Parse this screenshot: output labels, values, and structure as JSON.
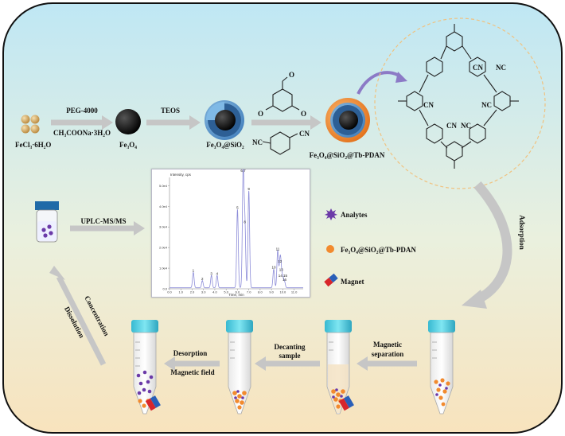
{
  "labels": {
    "fecl3": "FeCl₃·6H₂O",
    "peg": "PEG-4000",
    "acetate": "CH₃COONa·3H₂O",
    "fe3o4": "Fe₃O₄",
    "teos": "TEOS",
    "fe3o4_sio2": "Fe₃O₄@SiO₂",
    "product": "Fe₃O₄@SiO₂@Tb-PDAN",
    "uplc": "UPLC-MS/MS",
    "adsorption": "Adsorption",
    "concentration": "Concentration",
    "dissolution": "Dissolution",
    "desorption": "Desorption",
    "magnetic_field": "Magnetic field",
    "decanting_1": "Decanting",
    "decanting_2": "sample",
    "mag_sep_1": "Magnetic",
    "mag_sep_2": "separation",
    "cn": "CN",
    "nc": "NC",
    "o": "O"
  },
  "legend": {
    "analytes": "Analytes",
    "adsorbent": "Fe₃O₄@SiO₂@Tb-PDAN",
    "magnet": "Magnet"
  },
  "colors": {
    "bg_top": "#bfe7f4",
    "bg_bottom": "#f8e3bd",
    "arrow": "#c6c6c6",
    "analyte": "#6b3aa8",
    "adsorbent": "#f28a2e",
    "magnet_red": "#d8262b",
    "magnet_blue": "#2a5fb8",
    "cap": "#55cfe0",
    "chrom_line": "#8c8cd8"
  },
  "chart_data": {
    "type": "line",
    "title": "Intensity, cps",
    "xlabel": "Time, min",
    "ylabel": "",
    "x_ticks": [
      "0.0",
      "1.0",
      "2.0",
      "3.0",
      "4.0",
      "5.0",
      "6.0",
      "7.0",
      "8.0",
      "9.0",
      "10.0",
      "11.0"
    ],
    "y_ticks": [
      "0.0",
      "1.0e4",
      "2.0e4",
      "3.0e4",
      "4.0e4",
      "5.0e4"
    ],
    "xlim": [
      0,
      11.8
    ],
    "ylim": [
      0,
      5.4
    ],
    "series": [
      {
        "peaks": [
          {
            "label": "1",
            "x": 2.1,
            "y": 0.75
          },
          {
            "label": "2",
            "x": 2.9,
            "y": 0.35
          },
          {
            "label": "3",
            "x": 3.7,
            "y": 0.6
          },
          {
            "label": "4",
            "x": 4.2,
            "y": 0.6
          },
          {
            "label": "5",
            "x": 6.0,
            "y": 3.8
          },
          {
            "label": "6,7",
            "x": 6.5,
            "y": 5.6
          },
          {
            "label": "8",
            "x": 6.65,
            "y": 3.1
          },
          {
            "label": "9",
            "x": 7.0,
            "y": 4.7
          },
          {
            "label": "10",
            "x": 9.2,
            "y": 0.9
          },
          {
            "label": "11",
            "x": 9.55,
            "y": 1.8
          },
          {
            "label": "12",
            "x": 9.75,
            "y": 1.2
          },
          {
            "label": "13",
            "x": 9.85,
            "y": 0.8
          },
          {
            "label": "14,15",
            "x": 10.0,
            "y": 0.5
          },
          {
            "label": "16",
            "x": 10.15,
            "y": 0.3
          }
        ]
      }
    ]
  }
}
